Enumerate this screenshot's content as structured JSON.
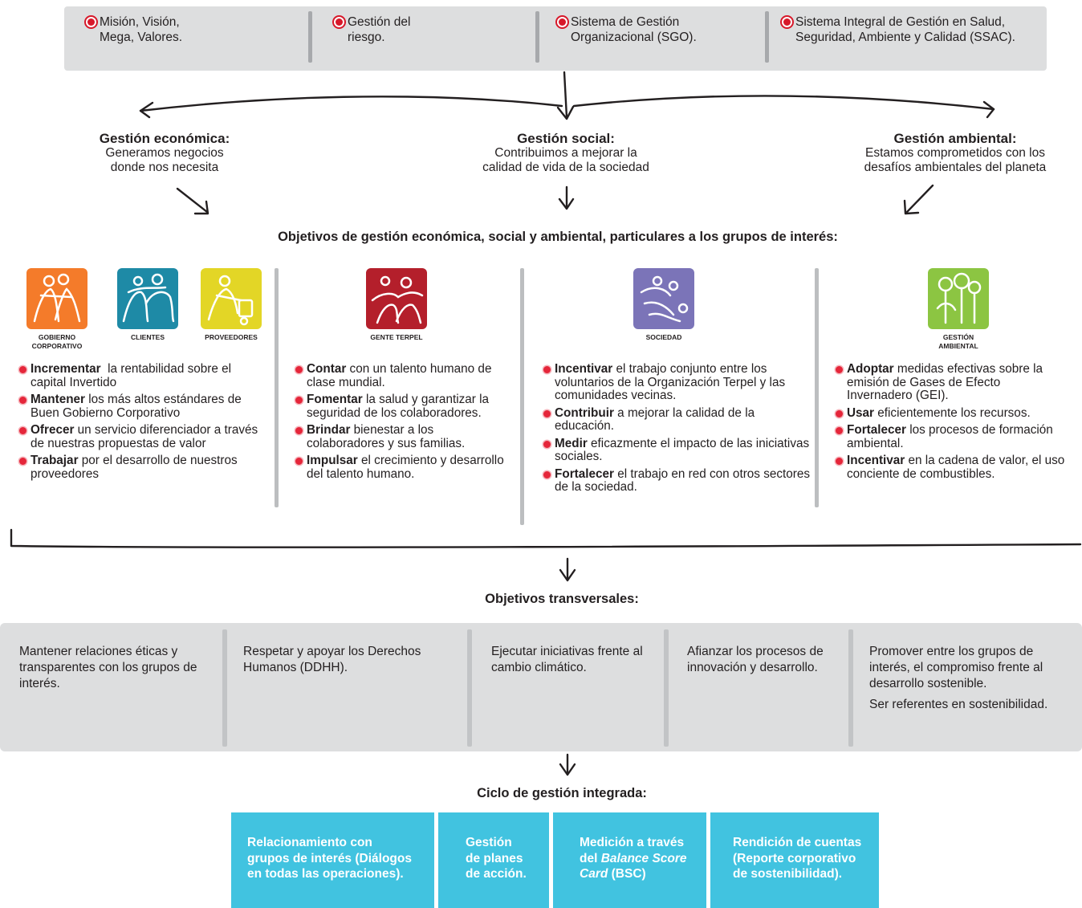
{
  "top_items": [
    {
      "text": "Misión, Visión,\nMega, Valores."
    },
    {
      "text": "Gestión del\nriesgo."
    },
    {
      "text": "Sistema de Gestión\nOrganizacional (SGO)."
    },
    {
      "text": "Sistema Integral de Gestión en Salud,\nSeguridad, Ambiente y Calidad (SSAC)."
    }
  ],
  "gestiones": [
    {
      "heading": "Gestión económica:",
      "desc": "Generamos negocios\ndonde nos necesita"
    },
    {
      "heading": "Gestión social:",
      "desc": "Contribuimos a mejorar la\ncalidad de vida de la sociedad"
    },
    {
      "heading": "Gestión ambiental:",
      "desc": "Estamos comprometidos con los\ndesafíos  ambientales del planeta"
    }
  ],
  "objectives_title": "Objetivos de gestión económica, social y ambiental, particulares a los grupos de interés:",
  "groups": [
    {
      "label": "GOBIERNO\nCORPORATIVO",
      "color": "#f47b2a"
    },
    {
      "label": "CLIENTES",
      "color": "#1e8aa6"
    },
    {
      "label": "PROVEEDORES",
      "color": "#e3d626"
    },
    {
      "label": "GENTE TERPEL",
      "color": "#b41f2b"
    },
    {
      "label": "SOCIEDAD",
      "color": "#7b74b8"
    },
    {
      "label": "GESTIÓN\nAMBIENTAL",
      "color": "#8cc542"
    }
  ],
  "objective_columns": [
    [
      {
        "verb": "Incrementar",
        "rest": "  la rentabilidad sobre el capital Invertido"
      },
      {
        "verb": "Mantener",
        "rest": " los más altos estándares de Buen Gobierno Corporativo"
      },
      {
        "verb": "Ofrecer",
        "rest": " un servicio diferenciador a través de nuestras propuestas de valor"
      },
      {
        "verb": "Trabajar",
        "rest": " por el desarrollo de nuestros proveedores"
      }
    ],
    [
      {
        "verb": "Contar",
        "rest": " con un talento humano de clase mundial."
      },
      {
        "verb": "Fomentar",
        "rest": " la salud y garantizar la seguridad de los colaboradores."
      },
      {
        "verb": "Brindar",
        "rest": " bienestar a los colaboradores y sus familias."
      },
      {
        "verb": "Impulsar",
        "rest": " el crecimiento y desarrollo del talento humano."
      }
    ],
    [
      {
        "verb": "Incentivar",
        "rest": " el trabajo conjunto entre los voluntarios de la Organización Terpel y las comunidades vecinas."
      },
      {
        "verb": "Contribuir",
        "rest": " a mejorar la calidad de la educación."
      },
      {
        "verb": "Medir",
        "rest": " eficazmente el impacto de las iniciativas sociales."
      },
      {
        "verb": "Fortalecer",
        "rest": " el trabajo en red con otros sectores de la sociedad."
      }
    ],
    [
      {
        "verb": "Adoptar",
        "rest": " medidas efectivas sobre la emisión de Gases de Efecto Invernadero (GEI)."
      },
      {
        "verb": "Usar",
        "rest": " eficientemente los recursos."
      },
      {
        "verb": "Fortalecer",
        "rest": " los procesos de formación ambiental."
      },
      {
        "verb": "Incentivar",
        "rest": " en la cadena de valor, el uso conciente de combustibles."
      }
    ]
  ],
  "transversal_title": "Objetivos transversales:",
  "transversal_items": [
    [
      "Mantener relaciones éticas y transparentes con los grupos de interés."
    ],
    [
      "Respetar y apoyar los Derechos Humanos (DDHH)."
    ],
    [
      "Ejecutar iniciativas frente al cambio climático."
    ],
    [
      "Afianzar los procesos de innovación y desarrollo."
    ],
    [
      "Promover entre los grupos de interés, el compromiso frente al desarrollo sostenible.",
      "Ser referentes en sostenibilidad."
    ]
  ],
  "cycle_title": "Ciclo de gestión integrada:",
  "cycle_items": [
    {
      "text": "Relacionamiento con\ngrupos de interés (Diálogos\nen todas las operaciones)."
    },
    {
      "text": "Gestión\nde planes\nde acción."
    },
    {
      "pre": "Medición  a través\ndel ",
      "italic": "Balance Score\nCard",
      "post": " (BSC)"
    },
    {
      "text": "Rendición de cuentas\n(Reporte corporativo\nde sostenibilidad)."
    }
  ],
  "colors": {
    "accent_red": "#d7182a",
    "band_grey": "#dddedf",
    "cycle_blue": "#41c3e0"
  }
}
